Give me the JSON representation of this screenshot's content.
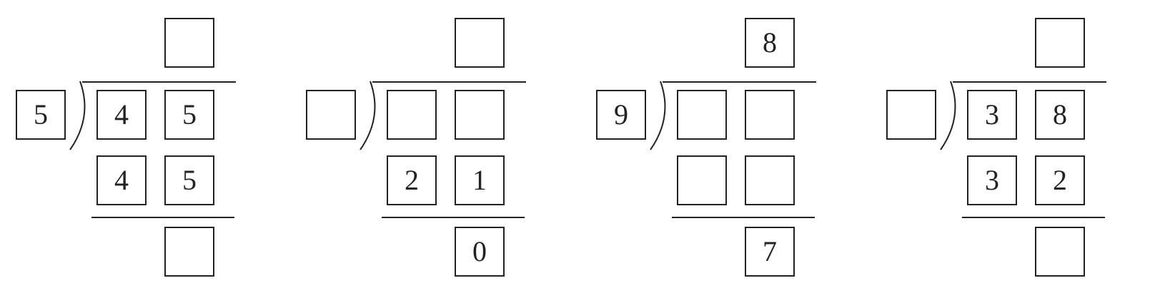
{
  "puzzles": [
    {
      "quotient": "",
      "divisor": "5",
      "dividend": [
        "4",
        "5"
      ],
      "product": [
        "4",
        "5"
      ],
      "remainder": ""
    },
    {
      "quotient": "",
      "divisor": "",
      "dividend": [
        "",
        ""
      ],
      "product": [
        "2",
        "1"
      ],
      "remainder": "0"
    },
    {
      "quotient": "8",
      "divisor": "9",
      "dividend": [
        "",
        ""
      ],
      "product": [
        "",
        ""
      ],
      "remainder": "7"
    },
    {
      "quotient": "",
      "divisor": "",
      "dividend": [
        "3",
        "8"
      ],
      "product": [
        "3",
        "2"
      ],
      "remainder": ""
    }
  ]
}
